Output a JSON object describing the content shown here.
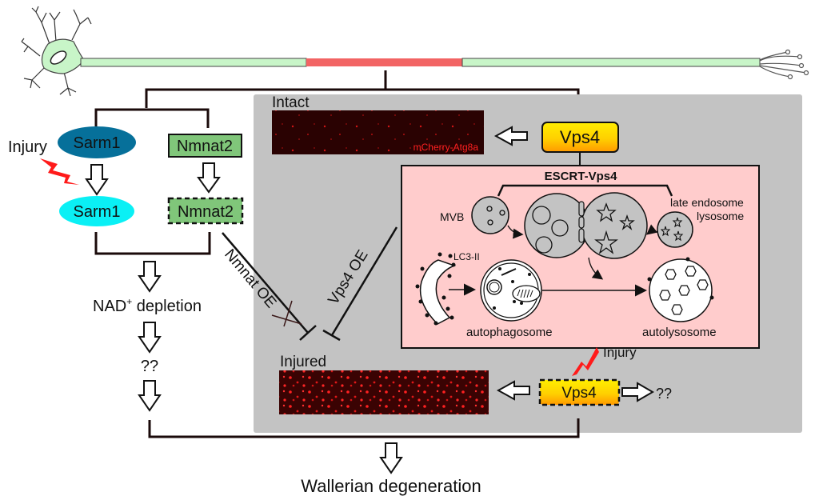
{
  "colors": {
    "axon_green": "#c8f5c8",
    "axon_injury": "#f26464",
    "sarm1_inactive": "#06709a",
    "sarm1_active": "#0af0f5",
    "nmnat2_fill": "#80c67a",
    "panel_gray": "#c3c3c3",
    "inset_pink": "#ffcccc",
    "vps4_top": "#ffee00",
    "vps4_bottom": "#ff9900",
    "injury_red": "#ff1a1a",
    "mcherry_red": "#ff2020"
  },
  "left_pathway": {
    "injury_label": "Injury",
    "sarm1_label": "Sarm1",
    "sarm1_active_label": "Sarm1",
    "nmnat2_label": "Nmnat2",
    "nmnat2_degraded_label": "Nmnat2",
    "nad_label": "NAD",
    "nad_superscript": "+",
    "nad_suffix": " depletion",
    "unknown_label": "??",
    "nmnat_oe_label": "Nmnat OE"
  },
  "gray_panel": {
    "intact_label": "Intact",
    "mcherry_label": "mCherry-Atg8a",
    "vps4_label": "Vps4",
    "vps4_oe_label": "Vps4 OE",
    "injured_label": "Injured",
    "injury_label": "Injury",
    "vps4_injured_label": "Vps4",
    "unknown_label": "??"
  },
  "inset": {
    "title": "ESCRT-Vps4",
    "mvb_label": "MVB",
    "late_endosome_label": "late endosome",
    "lysosome_label": "lysosome",
    "lc3_label": "LC3-II",
    "autophagosome_label": "autophagosome",
    "autolysosome_label": "autolysosome"
  },
  "outcome": {
    "label": "Wallerian degeneration"
  }
}
